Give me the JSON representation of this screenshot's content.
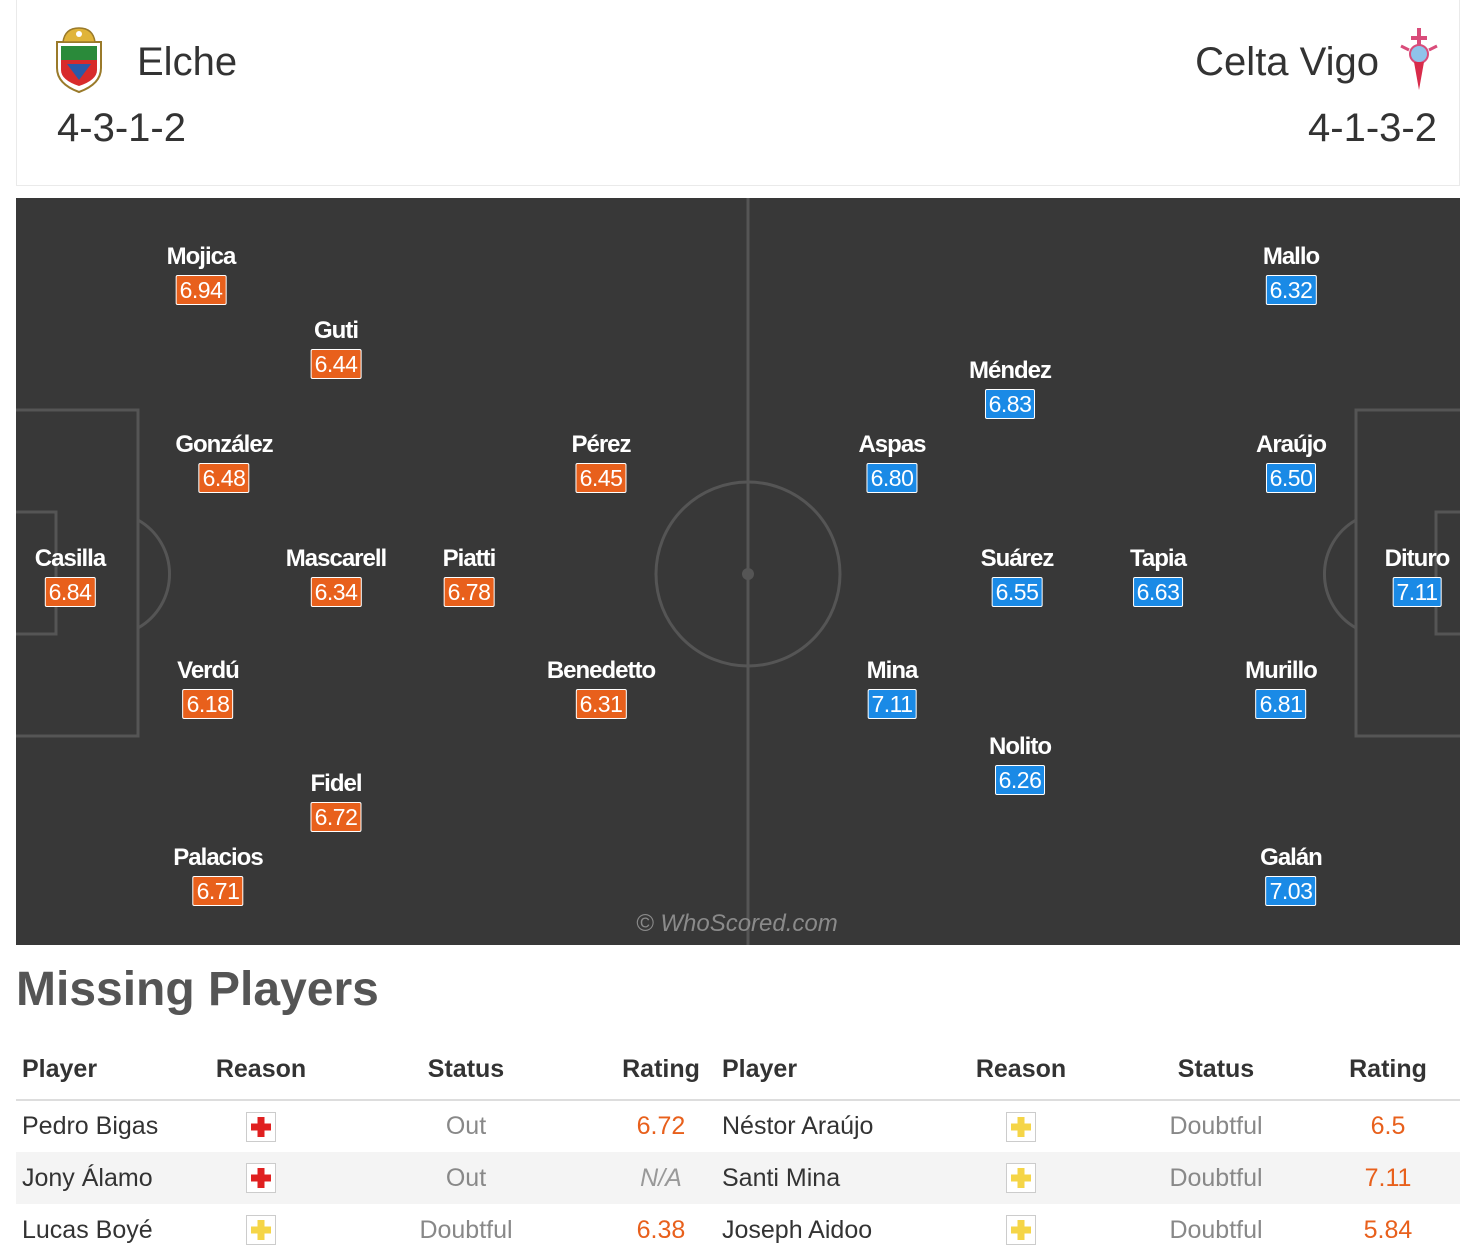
{
  "header": {
    "home": {
      "name": "Elche",
      "formation": "4-3-1-2",
      "crest_icon": "elche-crest-icon"
    },
    "away": {
      "name": "Celta Vigo",
      "formation": "4-1-3-2",
      "crest_icon": "celta-crest-icon"
    }
  },
  "colors": {
    "home_rating": "#e8601c",
    "away_rating": "#1a8ae6",
    "pitch": "#383838"
  },
  "pitch": {
    "watermark": "© WhoScored.com",
    "home_players": [
      {
        "name": "Mojica",
        "rating": "6.94"
      },
      {
        "name": "Guti",
        "rating": "6.44"
      },
      {
        "name": "González",
        "rating": "6.48"
      },
      {
        "name": "Pérez",
        "rating": "6.45"
      },
      {
        "name": "Casilla",
        "rating": "6.84"
      },
      {
        "name": "Mascarell",
        "rating": "6.34"
      },
      {
        "name": "Piatti",
        "rating": "6.78"
      },
      {
        "name": "Verdú",
        "rating": "6.18"
      },
      {
        "name": "Benedetto",
        "rating": "6.31"
      },
      {
        "name": "Fidel",
        "rating": "6.72"
      },
      {
        "name": "Palacios",
        "rating": "6.71"
      }
    ],
    "away_players": [
      {
        "name": "Mallo",
        "rating": "6.32"
      },
      {
        "name": "Méndez",
        "rating": "6.83"
      },
      {
        "name": "Aspas",
        "rating": "6.80"
      },
      {
        "name": "Araújo",
        "rating": "6.50"
      },
      {
        "name": "Suárez",
        "rating": "6.55"
      },
      {
        "name": "Tapia",
        "rating": "6.63"
      },
      {
        "name": "Dituro",
        "rating": "7.11"
      },
      {
        "name": "Mina",
        "rating": "7.11"
      },
      {
        "name": "Murillo",
        "rating": "6.81"
      },
      {
        "name": "Nolito",
        "rating": "6.26"
      },
      {
        "name": "Galán",
        "rating": "7.03"
      }
    ]
  },
  "missing": {
    "title": "Missing Players",
    "columns": [
      "Player",
      "Reason",
      "Status",
      "Rating",
      "Player",
      "Reason",
      "Status",
      "Rating"
    ],
    "rows": [
      {
        "home_player": "Pedro Bigas",
        "home_reason": "injury-icon",
        "home_status": "Out",
        "home_rating": "6.72",
        "away_player": "Néstor Araújo",
        "away_reason": "doubt-icon",
        "away_status": "Doubtful",
        "away_rating": "6.5"
      },
      {
        "home_player": "Jony Álamo",
        "home_reason": "injury-icon",
        "home_status": "Out",
        "home_rating": "N/A",
        "away_player": "Santi Mina",
        "away_reason": "doubt-icon",
        "away_status": "Doubtful",
        "away_rating": "7.11"
      },
      {
        "home_player": "Lucas Boyé",
        "home_reason": "doubt-icon",
        "home_status": "Doubtful",
        "home_rating": "6.38",
        "away_player": "Joseph Aidoo",
        "away_reason": "doubt-icon",
        "away_status": "Doubtful",
        "away_rating": "5.84"
      }
    ]
  }
}
